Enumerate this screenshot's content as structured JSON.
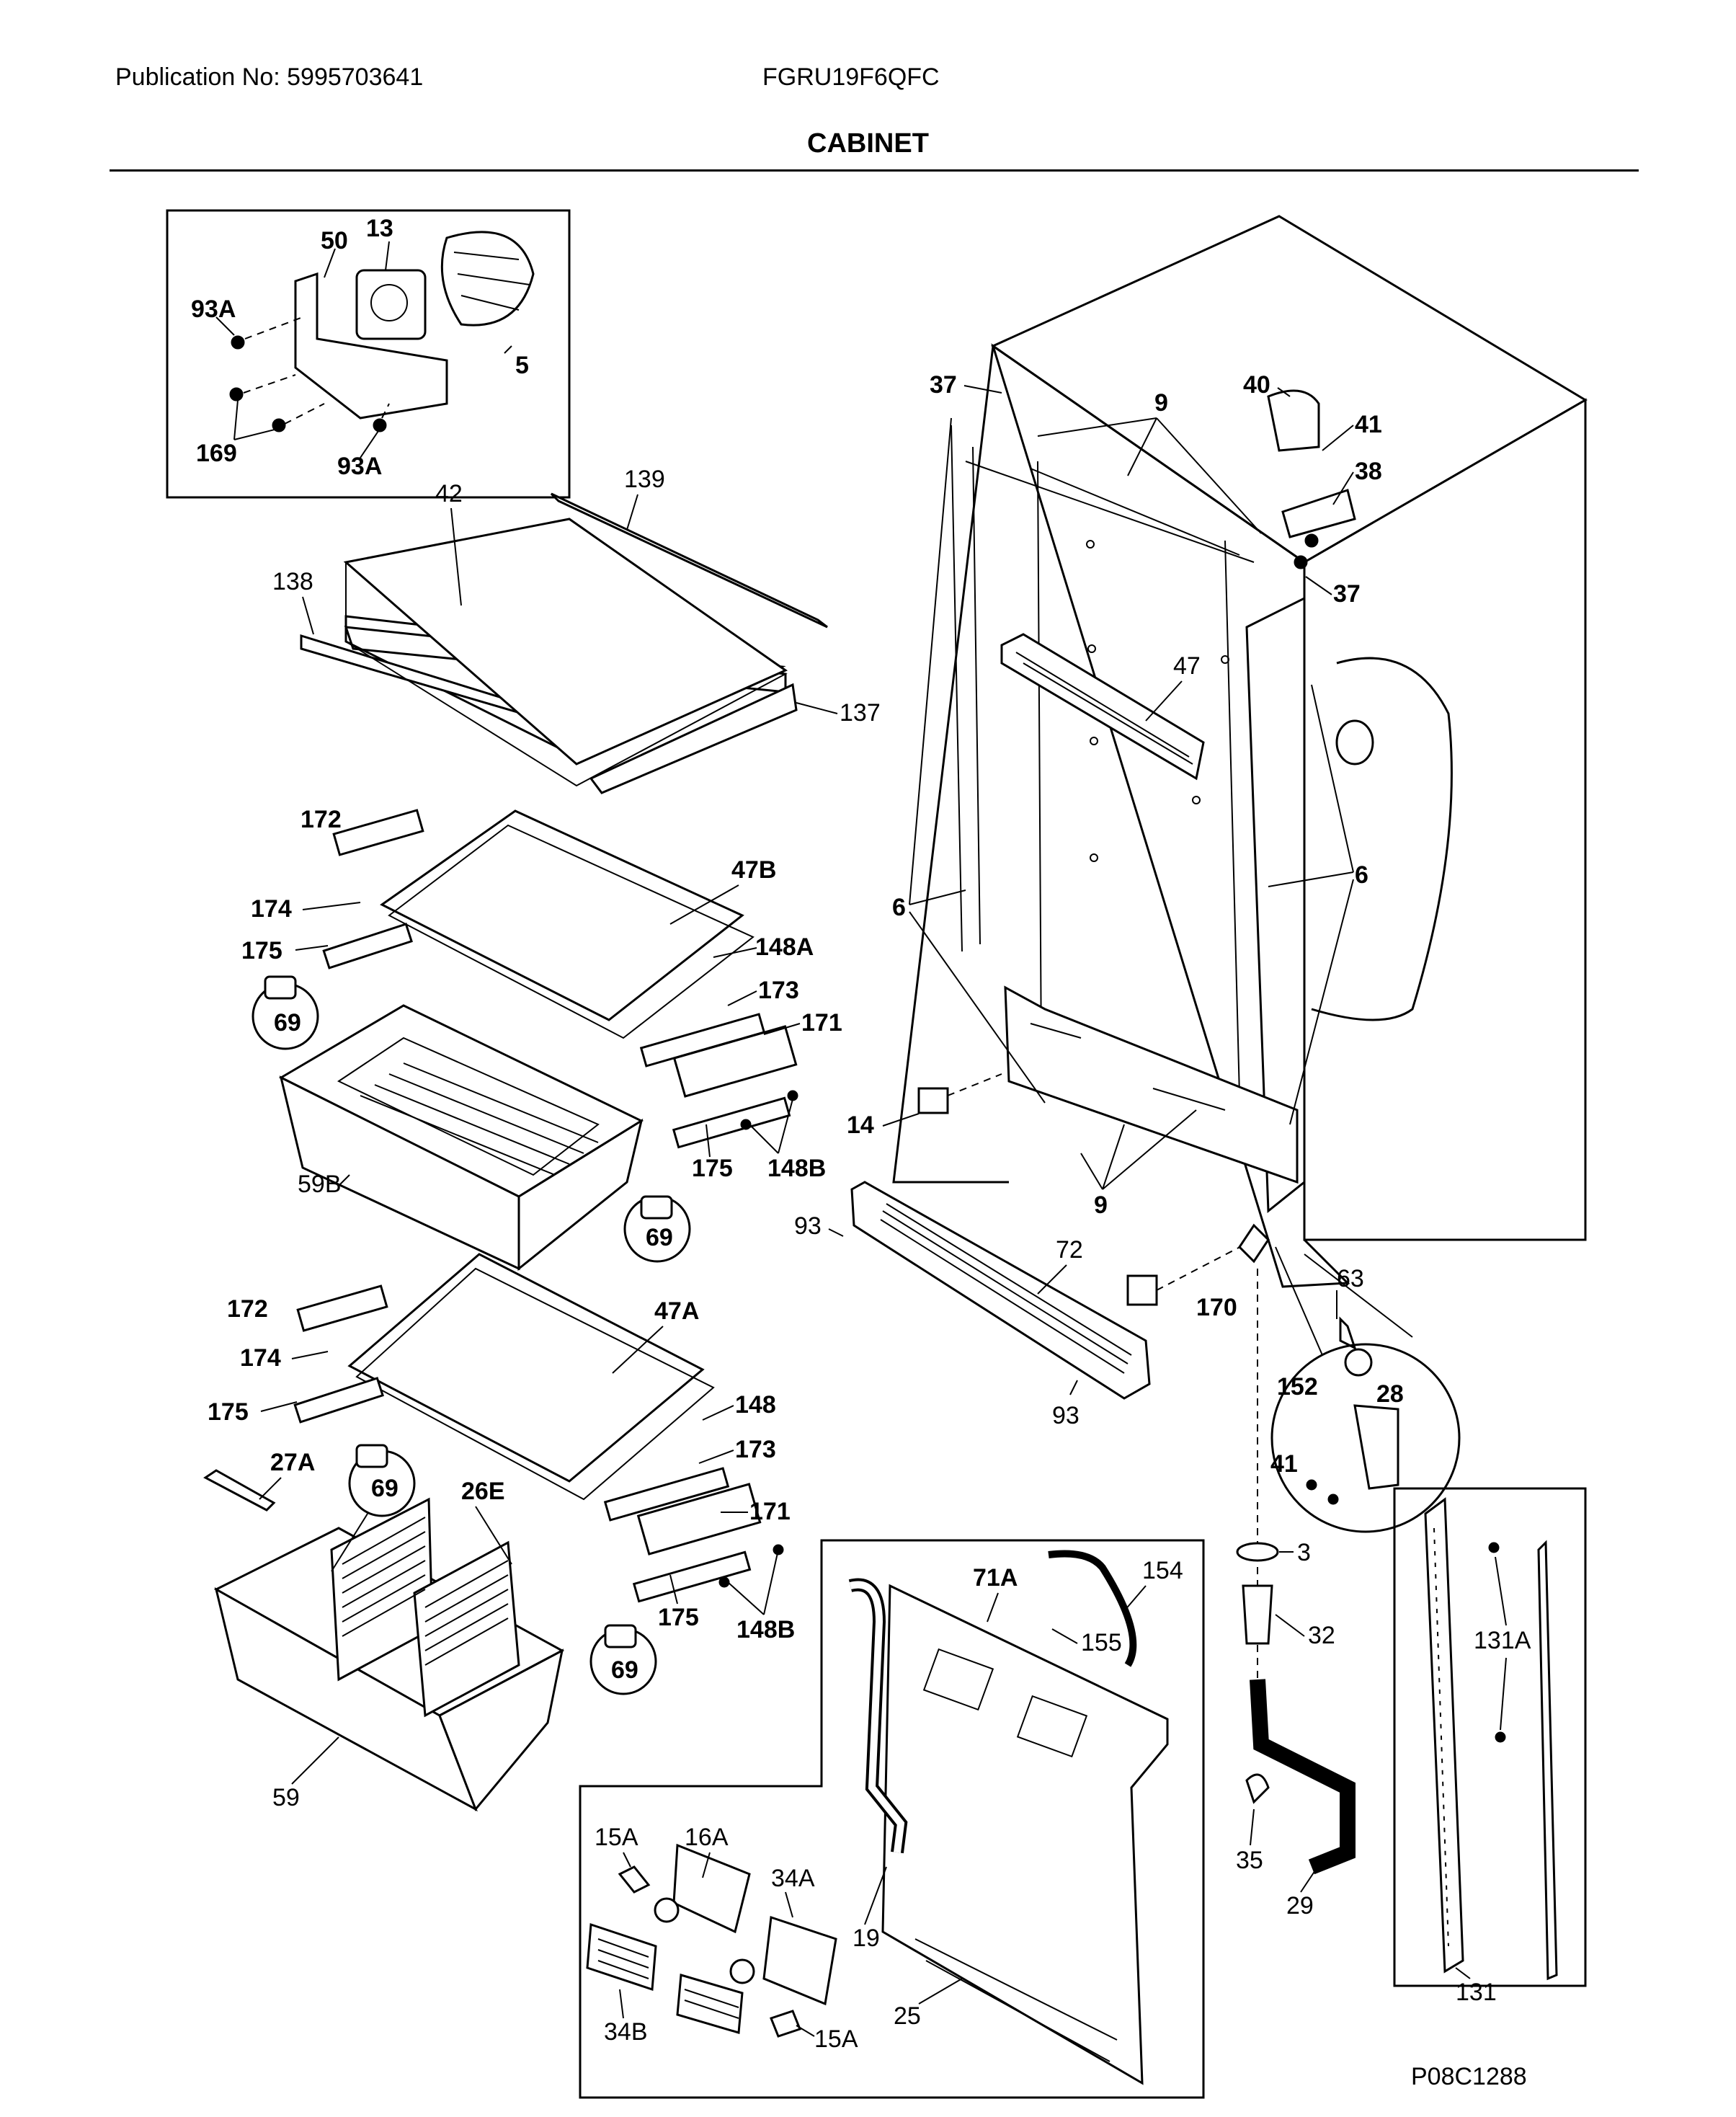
{
  "header": {
    "publication": "Publication No: 5995703641",
    "model": "FGRU19F6QFC",
    "title": "CABINET"
  },
  "figure_code": "P08C1288",
  "callouts": {
    "c13": "13",
    "c50": "50",
    "c93A_a": "93A",
    "c5": "5",
    "c169": "169",
    "c93A_b": "93A",
    "c42": "42",
    "c139": "139",
    "c138": "138",
    "c137": "137",
    "c172_a": "172",
    "c47B": "47B",
    "c174_a": "174",
    "c175_a": "175",
    "c148A": "148A",
    "c173_a": "173",
    "c171_a": "171",
    "c69_a": "69",
    "c59B": "59B",
    "c175_b": "175",
    "c148B_a": "148B",
    "c69_b": "69",
    "c172_b": "172",
    "c47A": "47A",
    "c174_b": "174",
    "c175_c": "175",
    "c148": "148",
    "c173_b": "173",
    "c171_b": "171",
    "c27A": "27A",
    "c69_c": "69",
    "c26E": "26E",
    "c175_d": "175",
    "c148B_b": "148B",
    "c69_d": "69",
    "c59": "59",
    "c37_a": "37",
    "c9_a": "9",
    "c40": "40",
    "c41_a": "41",
    "c38": "38",
    "c37_b": "37",
    "c47": "47",
    "c6_a": "6",
    "c6_b": "6",
    "c14": "14",
    "c9_b": "9",
    "c93_a": "93",
    "c72": "72",
    "c170": "170",
    "c93_b": "93",
    "c63": "63",
    "c152": "152",
    "c28": "28",
    "c41_b": "41",
    "c3": "3",
    "c32": "32",
    "c71A": "71A",
    "c154": "154",
    "c155": "155",
    "c35": "35",
    "c29": "29",
    "c131A": "131A",
    "c131": "131",
    "c15A_a": "15A",
    "c16A": "16A",
    "c34A": "34A",
    "c19": "19",
    "c25": "25",
    "c34B": "34B",
    "c15A_b": "15A"
  }
}
